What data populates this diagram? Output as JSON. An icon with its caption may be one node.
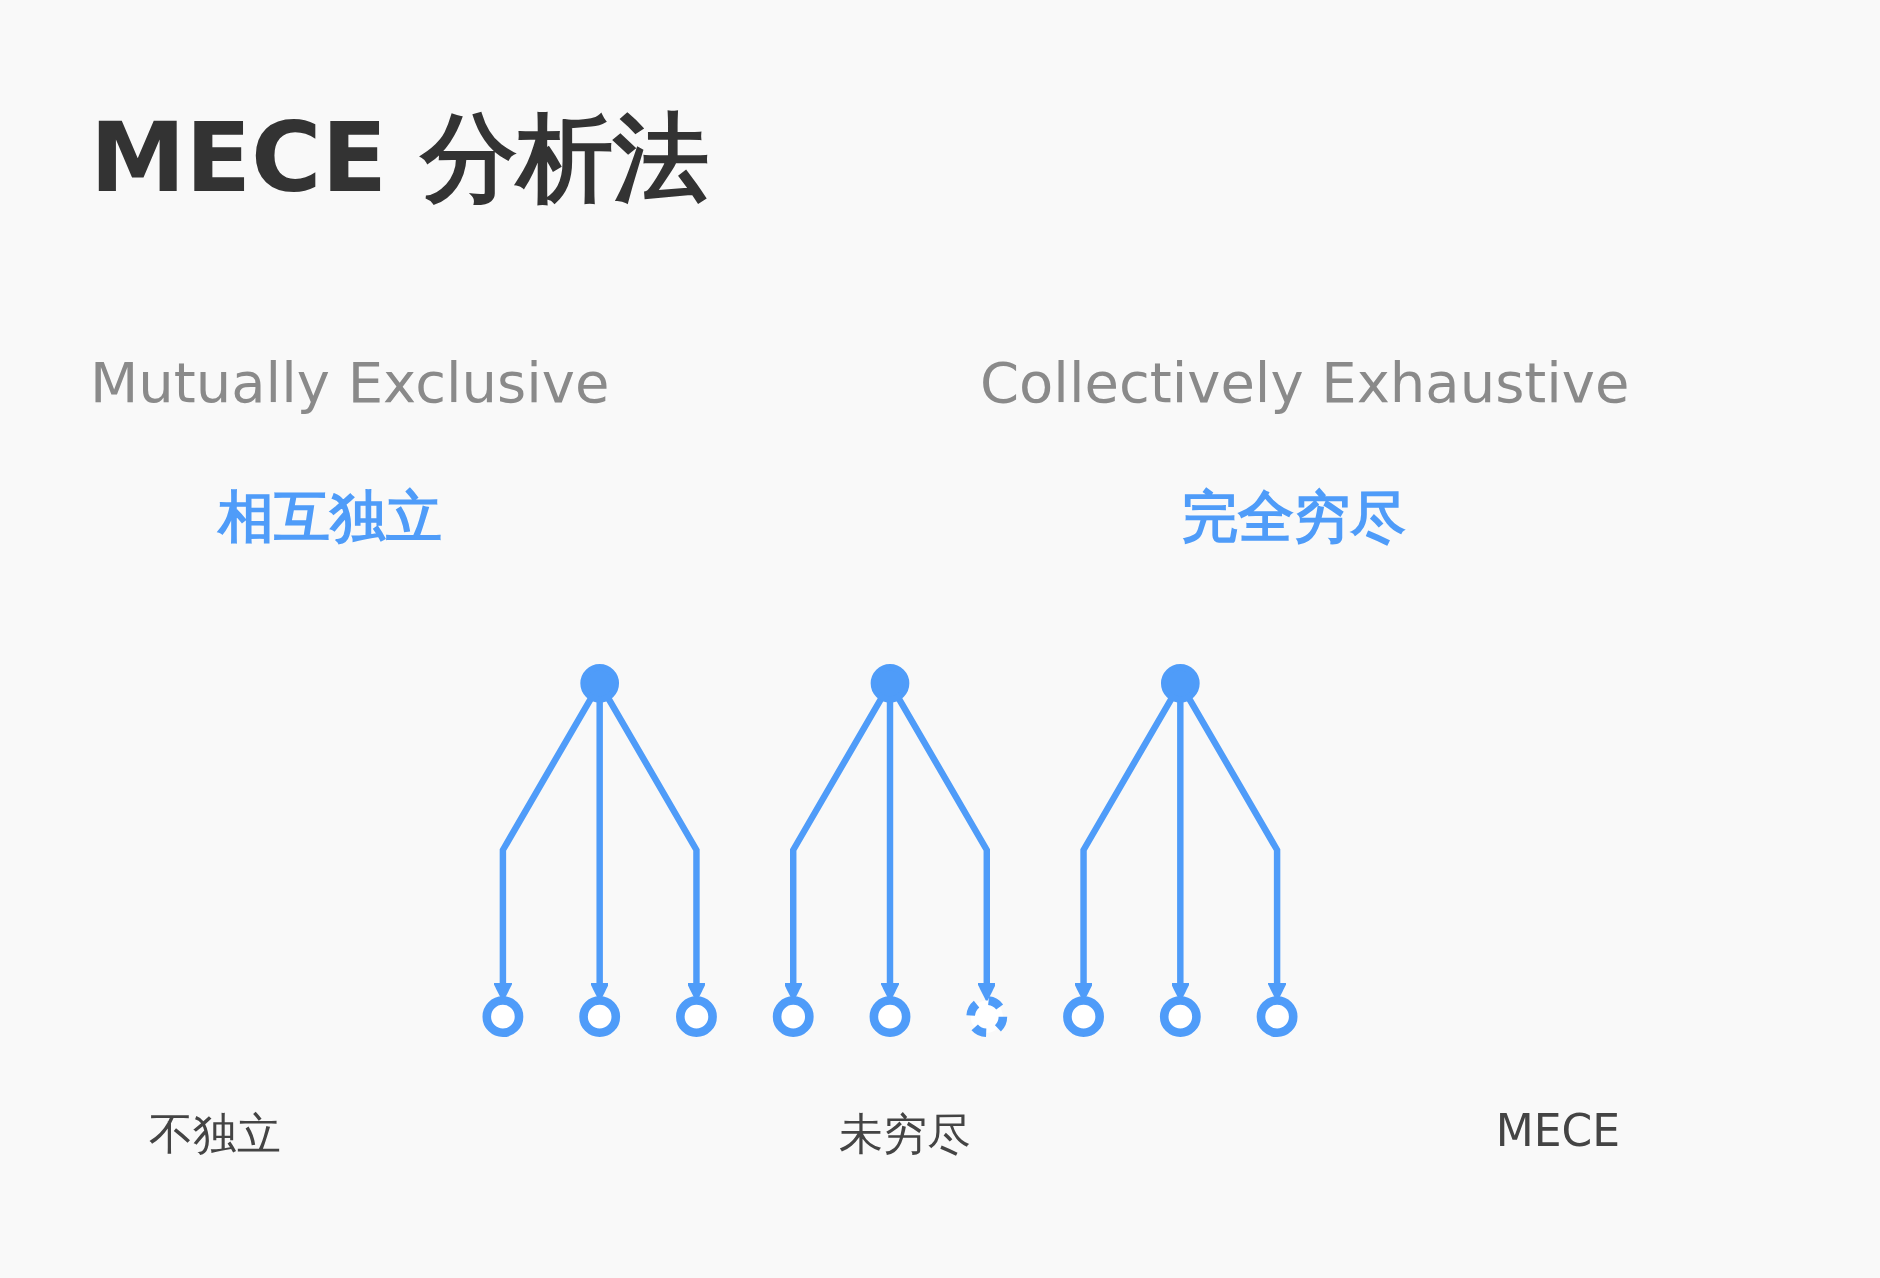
{
  "diagram": {
    "title": "MECE 分析法",
    "nodes": [
      {
        "text": [],
        "shape": "circle"
      },
      {
        "text": [],
        "shape": "circle"
      },
      {
        "text": [],
        "shape": "circle"
      },
      {
        "text": [],
        "shape": "circle"
      },
      {
        "text": [],
        "shape": "circle"
      },
      {
        "text": [],
        "shape": "circle"
      },
      {
        "text": [],
        "shape": "circle"
      },
      {
        "text": [],
        "shape": "circle"
      },
      {
        "text": [],
        "shape": "circle"
      },
      {
        "text": [],
        "shape": "circle"
      },
      {
        "text": [],
        "shape": "circle"
      },
      {
        "text": [],
        "shape": "circle"
      }
    ],
    "edges": [
      {
        "from": 0,
        "to": 1,
        "arrow": "to"
      },
      {
        "from": 0,
        "to": 2,
        "arrow": "to"
      },
      {
        "from": 0,
        "to": 3,
        "arrow": "to"
      },
      {
        "from": 4,
        "to": 5,
        "arrow": "to"
      },
      {
        "from": 4,
        "to": 6,
        "arrow": "to"
      },
      {
        "from": 4,
        "to": 7,
        "arrow": "to"
      },
      {
        "from": 8,
        "to": 9,
        "arrow": "to"
      },
      {
        "from": 8,
        "to": 10,
        "arrow": "to"
      },
      {
        "from": 8,
        "to": 11,
        "arrow": "to"
      }
    ],
    "labels": [
      "Mutually Exclusive",
      "Collectively Exhaustive",
      "相互独立",
      "完全穷尽",
      "不独立",
      "未穷尽",
      "MECE"
    ]
  }
}
